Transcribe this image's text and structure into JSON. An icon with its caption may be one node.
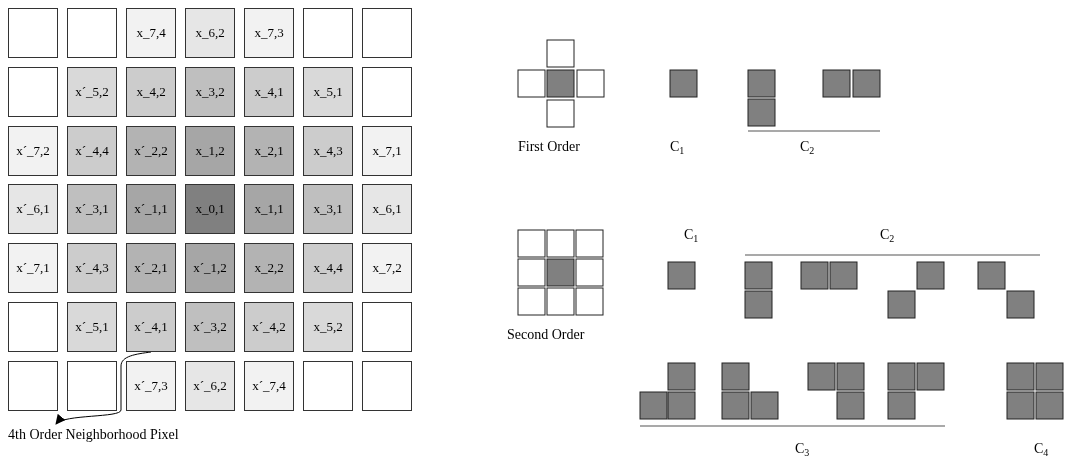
{
  "diagram": {
    "nodes": [
      {
        "text": [],
        "shape": "box"
      },
      {
        "text": [],
        "shape": "box"
      },
      {
        "text": [
          "x_7,4"
        ]
      },
      {
        "text": [
          "x_6,2"
        ]
      },
      {
        "text": [
          "x_7,3"
        ]
      },
      {
        "text": [],
        "shape": "box"
      },
      {
        "text": [],
        "shape": "box"
      },
      {
        "text": [],
        "shape": "box"
      },
      {
        "text": [
          "x´_5,2"
        ]
      },
      {
        "text": [
          "x_4,2"
        ]
      },
      {
        "text": [
          "x_3,2"
        ]
      },
      {
        "text": [
          "x_4,1"
        ]
      },
      {
        "text": [
          "x_5,1"
        ]
      },
      {
        "text": [],
        "shape": "box"
      },
      {
        "text": [
          "x´_7,2"
        ]
      },
      {
        "text": [
          "x´_4,4"
        ]
      },
      {
        "text": [
          "x´_2,2"
        ]
      },
      {
        "text": [
          "x_1,2"
        ]
      },
      {
        "text": [
          "x_2,1"
        ]
      },
      {
        "text": [
          "x_4,3"
        ]
      },
      {
        "text": [
          "x_7,1"
        ]
      },
      {
        "text": [
          "x´_6,1"
        ]
      },
      {
        "text": [
          "x´_3,1"
        ]
      },
      {
        "text": [
          "x´_1,1"
        ]
      },
      {
        "text": [
          "x_0,1"
        ]
      },
      {
        "text": [
          "x_1,1"
        ]
      },
      {
        "text": [
          "x_3,1"
        ]
      },
      {
        "text": [
          "x_6,1"
        ]
      },
      {
        "text": [
          "x´_7,1"
        ]
      },
      {
        "text": [
          "x´_4,3"
        ]
      },
      {
        "text": [
          "x´_2,1"
        ]
      },
      {
        "text": [
          "x´_1,2"
        ]
      },
      {
        "text": [
          "x_2,2"
        ]
      },
      {
        "text": [
          "x_4,4"
        ]
      },
      {
        "text": [
          "x_7,2"
        ]
      },
      {
        "text": [],
        "shape": "box"
      },
      {
        "text": [
          "x´_5,1"
        ]
      },
      {
        "text": [
          "x´_4,1"
        ]
      },
      {
        "text": [
          "x´_3,2"
        ]
      },
      {
        "text": [
          "x´_4,2"
        ]
      },
      {
        "text": [
          "x_5,2"
        ]
      },
      {
        "text": [],
        "shape": "box"
      },
      {
        "text": [],
        "shape": "box"
      },
      {
        "text": [],
        "shape": "box"
      },
      {
        "text": [
          "x´_7,3"
        ]
      },
      {
        "text": [
          "x´_6,2"
        ]
      },
      {
        "text": [
          "x´_7,4"
        ]
      },
      {
        "text": [],
        "shape": "box"
      },
      {
        "text": [],
        "shape": "box"
      },
      {
        "text": [
          "4th Order Neighborhood Pixel"
        ]
      }
    ],
    "edges": [
      {
        "from": 37,
        "to": 49,
        "arrow": "to"
      }
    ],
    "labels": [
      "First Order",
      "C$_{1}$",
      "C$_{2}$",
      "C$_{1}$",
      "C$_{2}$",
      "Second Order",
      "C$_{3}$",
      "C$_{4}$"
    ]
  }
}
